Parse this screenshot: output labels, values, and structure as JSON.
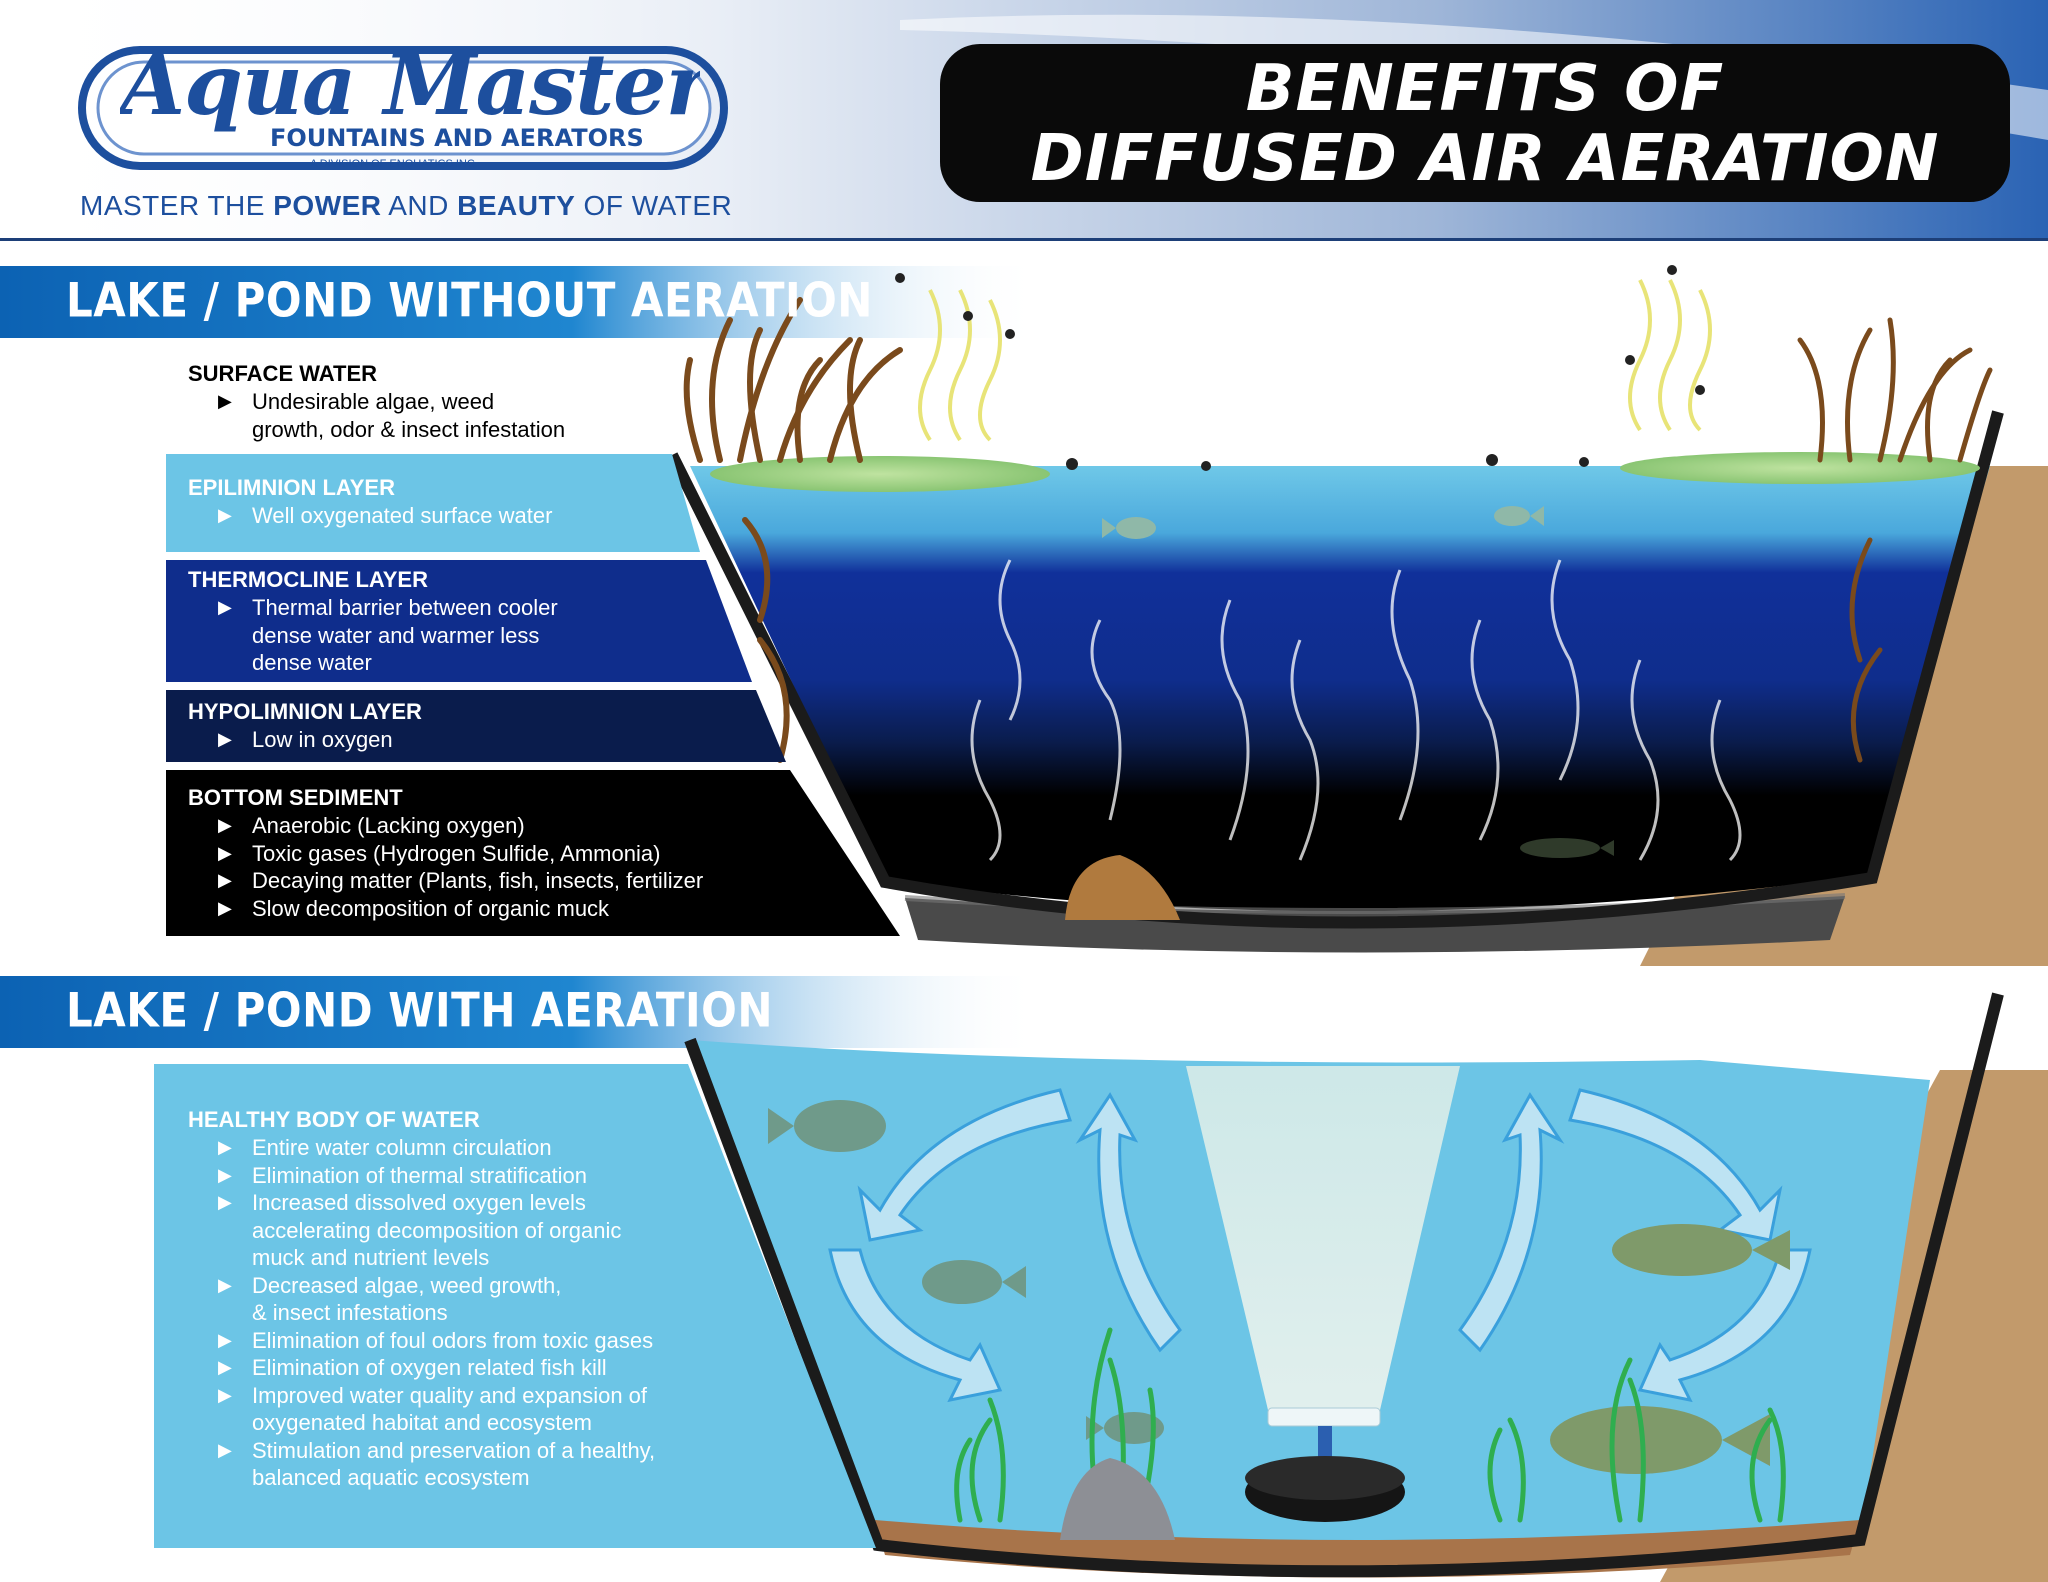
{
  "logo": {
    "brand": "Aqua Master",
    "subtitle": "FOUNTAINS AND AERATORS",
    "division": "A DIVISION OF ENQUATICS INC."
  },
  "tagline": {
    "p1": "MASTER THE ",
    "p2": "POWER",
    "p3": " AND ",
    "p4": "BEAUTY",
    "p5": " OF WATER"
  },
  "title": {
    "line1": "BENEFITS OF",
    "line2": "DIFFUSED AIR AERATION"
  },
  "without": {
    "heading": "LAKE / POND WITHOUT AERATION",
    "surface": {
      "header": "SURFACE WATER",
      "items": [
        "Undesirable algae, weed\ngrowth, odor & insect infestation"
      ]
    },
    "epilimnion": {
      "header": "EPILIMNION LAYER",
      "items": [
        "Well oxygenated surface water"
      ]
    },
    "thermocline": {
      "header": "THERMOCLINE LAYER",
      "items": [
        "Thermal barrier between cooler\ndense water and warmer less\ndense water"
      ]
    },
    "hypolimnion": {
      "header": "HYPOLIMNION LAYER",
      "items": [
        "Low in oxygen"
      ]
    },
    "sediment": {
      "header": "BOTTOM SEDIMENT",
      "items": [
        "Anaerobic (Lacking oxygen)",
        "Toxic gases (Hydrogen Sulfide, Ammonia)",
        "Decaying matter (Plants, fish, insects, fertilizer",
        "Slow decomposition of organic muck"
      ]
    }
  },
  "with": {
    "heading": "LAKE / POND WITH AERATION",
    "healthy": {
      "header": "HEALTHY BODY OF WATER",
      "items": [
        "Entire water column circulation",
        "Elimination of thermal stratification",
        "Increased dissolved oxygen levels\naccelerating decomposition of organic\nmuck and nutrient levels",
        "Decreased  algae, weed growth,\n& insect infestations",
        "Elimination of foul odors from toxic gases",
        "Elimination of oxygen related fish kill",
        "Improved water quality and expansion of\noxygenated habitat and ecosystem",
        "Stimulation and preservation of a healthy,\nbalanced aquatic ecosystem"
      ]
    }
  },
  "colors": {
    "brand_blue": "#1d4f9e",
    "banner_blue": "#1673c2",
    "epilimnion": "#6cc5e6",
    "thermocline": "#0f2d8c",
    "hypolimnion": "#0a1c4c",
    "sediment": "#000000",
    "healthy_water": "#6cc5e6",
    "soil": "#c29a6b"
  },
  "icons": [
    "bullet-triangle-icon",
    "fish-icon",
    "circulation-arrow-icon",
    "diffuser-icon",
    "reed-plant-icon",
    "insect-icon",
    "rock-icon"
  ]
}
